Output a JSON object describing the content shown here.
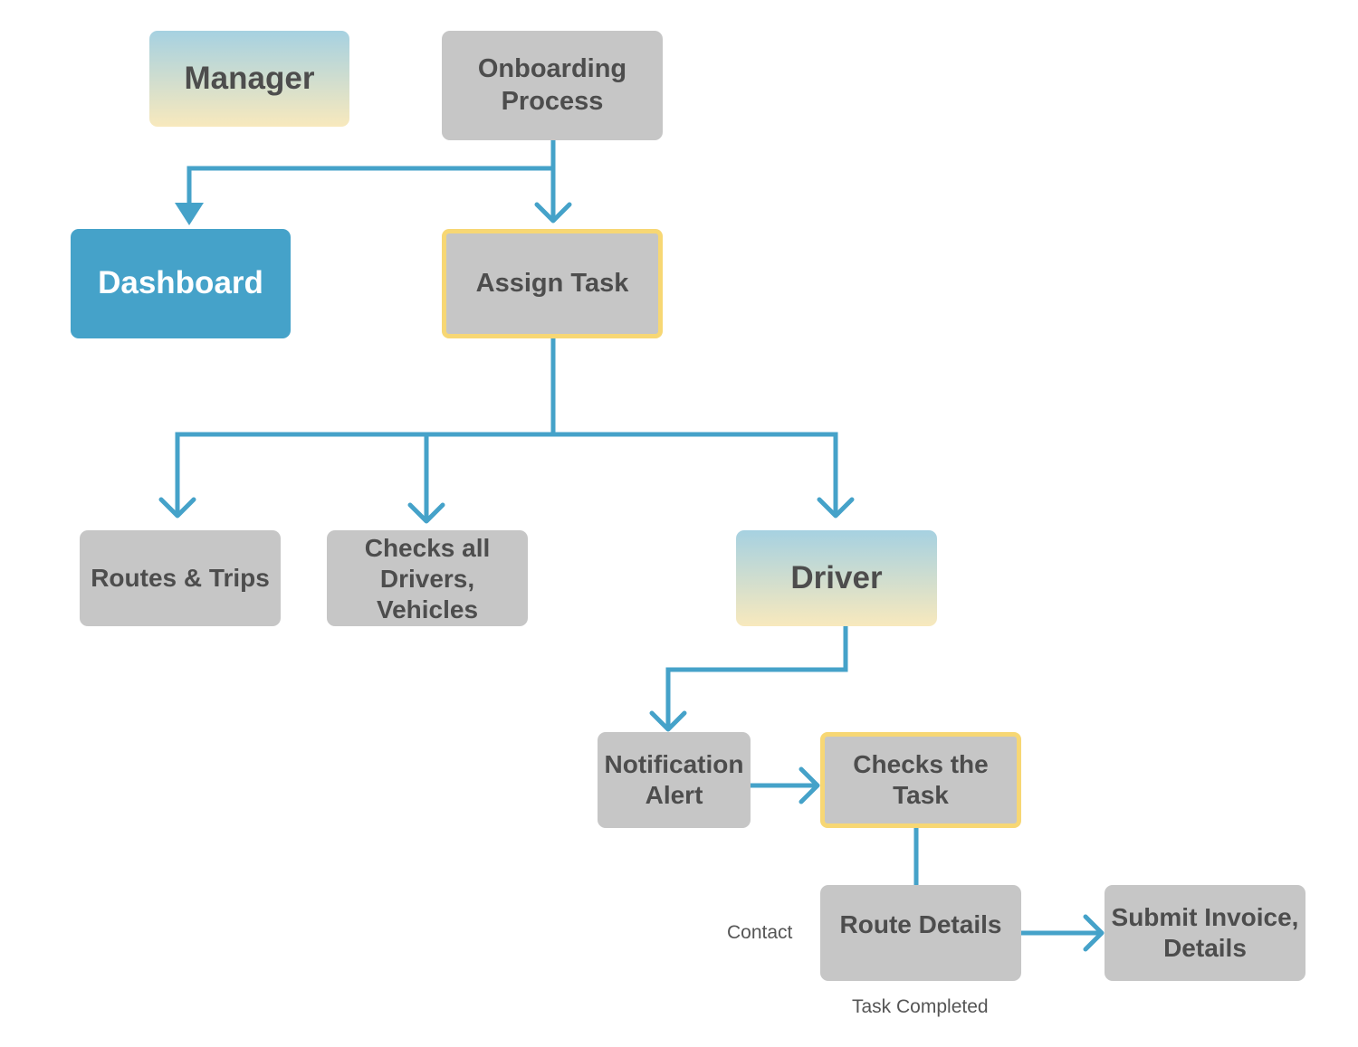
{
  "colors": {
    "connector": "#45a2c9",
    "box_fill": "#c6c6c6",
    "box_text": "#4d4d4d",
    "highlight_border": "#f7d774",
    "dashboard_fill": "#45a2c9",
    "role_gradient_top": "#a6d1e1",
    "role_gradient_bottom": "#f8e9bd"
  },
  "nodes": {
    "manager": {
      "label": "Manager"
    },
    "onboarding": {
      "label": "Onboarding\nProcess"
    },
    "dashboard": {
      "label": "Dashboard"
    },
    "assign_task": {
      "label": "Assign Task"
    },
    "routes_trips": {
      "label": "Routes & Trips"
    },
    "checks_drivers": {
      "label": "Checks all\nDrivers, Vehicles"
    },
    "driver": {
      "label": "Driver"
    },
    "notification": {
      "label": "Notification\nAlert"
    },
    "checks_task": {
      "label": "Checks the\nTask"
    },
    "route_details": {
      "label": "Route Details"
    },
    "submit_invoice": {
      "label": "Submit Invoice,\nDetails"
    }
  },
  "edge_labels": {
    "contact": "Contact",
    "task_completed": "Task Completed"
  }
}
